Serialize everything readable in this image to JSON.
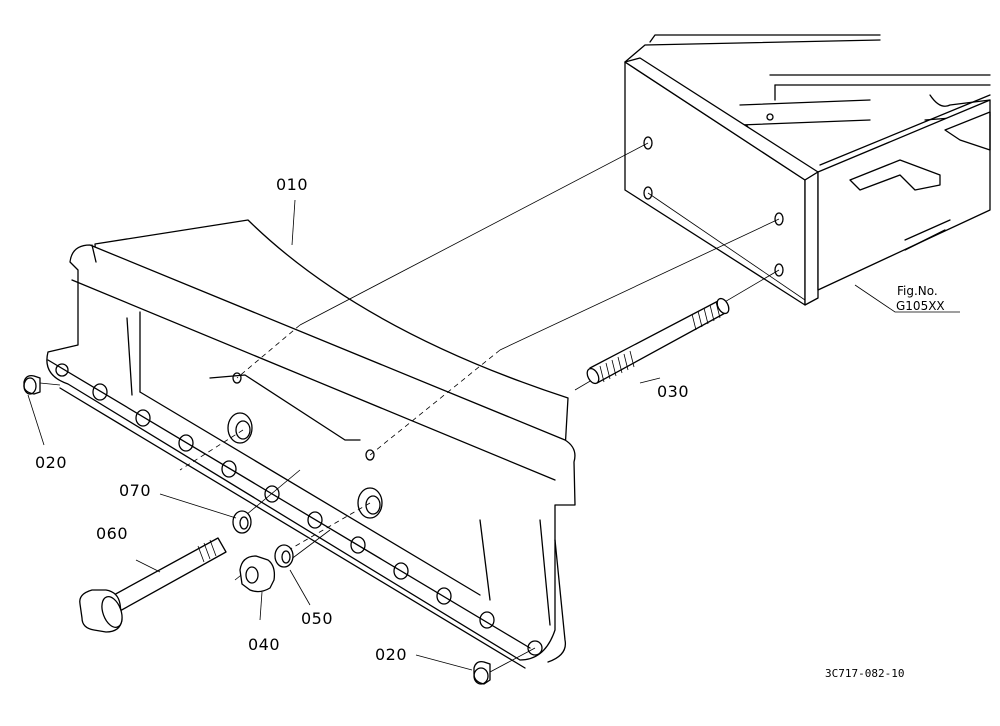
{
  "part_labels": {
    "p010": "010",
    "p020_left": "020",
    "p020_right": "020",
    "p030": "030",
    "p040": "040",
    "p050": "050",
    "p060": "060",
    "p070": "070"
  },
  "figure": {
    "caption_line1": "Fig.No.",
    "caption_line2": "G105XX"
  },
  "drawing_ref": "3C717-082-10"
}
